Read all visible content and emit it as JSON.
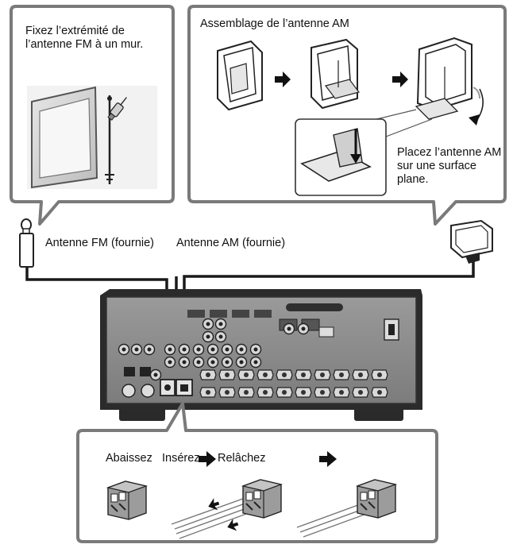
{
  "fm_callout": {
    "instruction": "Fixez l’extrémité de l’antenne FM à un mur."
  },
  "am_callout": {
    "title": "Assemblage de l’antenne AM",
    "placement_note": "Placez l’antenne AM sur une surface plane."
  },
  "antenna_labels": {
    "fm": "Antenne FM (fournie)",
    "am": "Antenne AM (fournie)"
  },
  "connect_steps": {
    "step1": "Abaissez",
    "step2": "Insérez",
    "step3": "Relâchez"
  },
  "colors": {
    "panel_border": "#7a7a7a",
    "receiver_body": "#8a8a8a",
    "cable": "#1a1a1a"
  }
}
